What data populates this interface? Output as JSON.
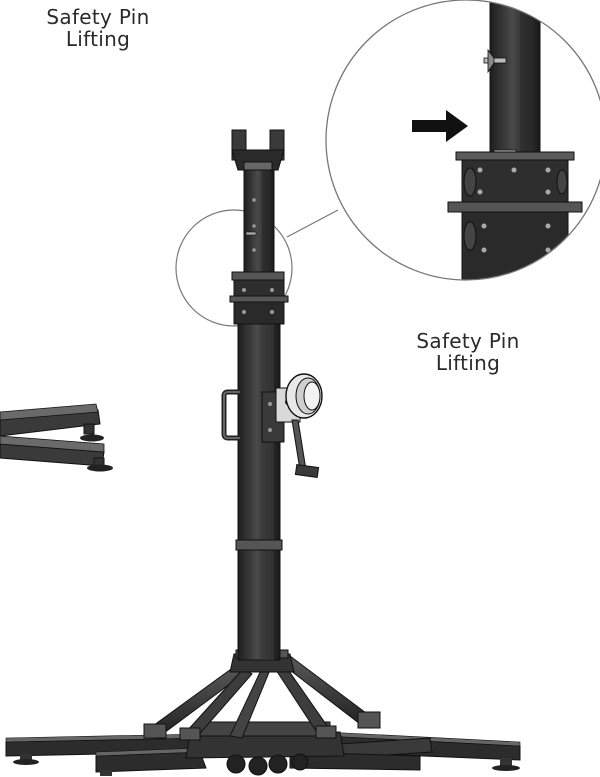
{
  "labels": {
    "top": {
      "line1": "Safety Pin",
      "line2": "Lifting"
    },
    "right": {
      "line1": "Safety Pin",
      "line2": "Lifting"
    }
  },
  "colors": {
    "metal_dark": "#2b2b2b",
    "metal_mid": "#4a4a4a",
    "metal_light": "#6b6b6b",
    "outline": "#111111",
    "callout_line": "#777777",
    "background": "#ffffff"
  }
}
